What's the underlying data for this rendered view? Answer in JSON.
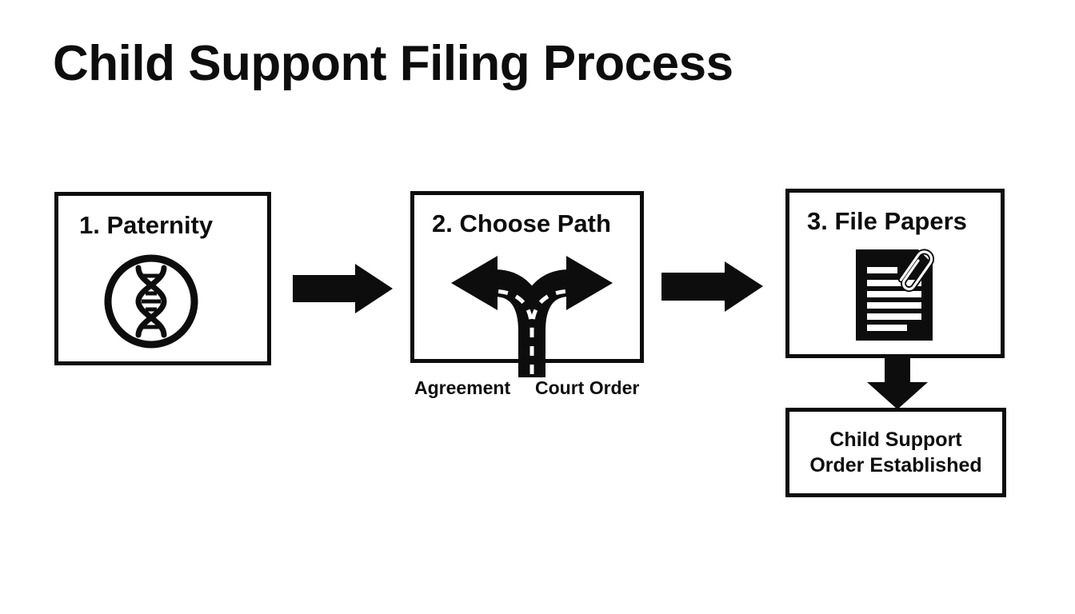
{
  "page": {
    "title": "Child Suppont Filing Process",
    "background_color": "#ffffff",
    "ink_color": "#0d0d0d"
  },
  "steps": [
    {
      "id": "paternity",
      "title": "1. Paternity",
      "icon": "dna-helix-circle-icon"
    },
    {
      "id": "choose-path",
      "title": "2. Choose Path",
      "icon": "forked-road-arrows-icon",
      "branches": [
        {
          "id": "agreement",
          "label": "Agreement"
        },
        {
          "id": "court-order",
          "label": "Court Order"
        }
      ]
    },
    {
      "id": "file-papers",
      "title": "3. File Papers",
      "icon": "document-paperclip-icon"
    }
  ],
  "result": {
    "id": "order-established",
    "lines": [
      "Child Support",
      "Order Established"
    ]
  },
  "connectors": [
    {
      "id": "arrow-paternity-to-choose",
      "direction": "right",
      "icon": "arrow-right-icon"
    },
    {
      "id": "arrow-choose-to-file",
      "direction": "right",
      "icon": "arrow-right-icon"
    },
    {
      "id": "arrow-file-to-result",
      "direction": "down",
      "icon": "arrow-down-icon"
    }
  ]
}
